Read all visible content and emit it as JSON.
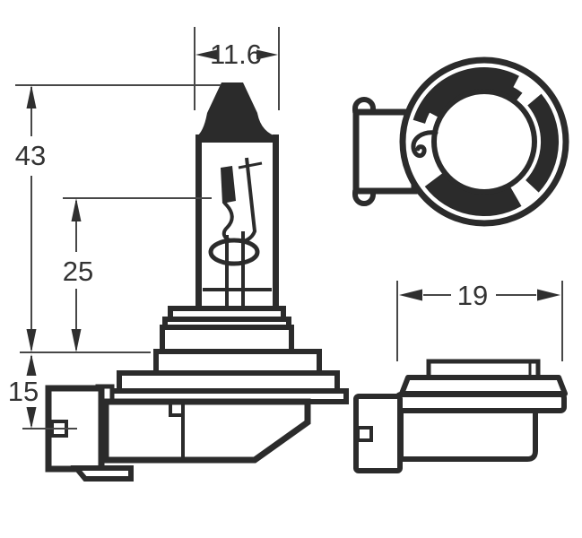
{
  "diagram": {
    "dimensions": {
      "bulb_diameter": "11.6",
      "overall_length": "43",
      "light_center_length": "25",
      "base_depth": "15",
      "base_flange_width": "19"
    },
    "colors": {
      "line": "#2b2b2b",
      "dimension_line": "#474747",
      "text": "#333333",
      "background": "#ffffff"
    }
  }
}
